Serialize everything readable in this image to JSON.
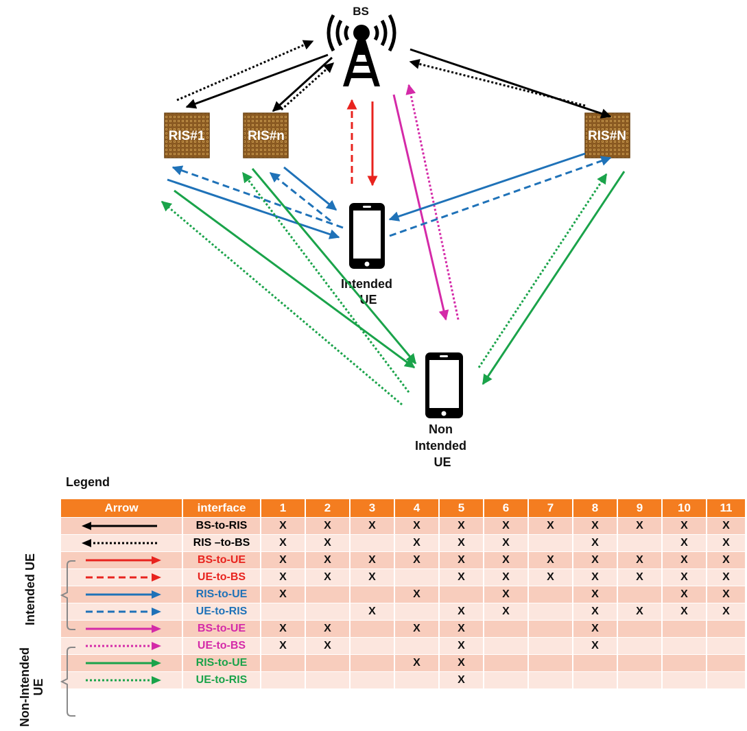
{
  "nodes": {
    "bs": "BS",
    "ris1": "RIS#1",
    "risn": "RIS#n",
    "risN": "RIS#N",
    "intended_ue": [
      "Intended",
      "UE"
    ],
    "non_intended_ue": [
      "Non",
      "Intended",
      "UE"
    ]
  },
  "icons": {
    "bs": "cell-tower-icon",
    "ris": "ris-panel-icon",
    "ue": "smartphone-icon"
  },
  "colors": {
    "black": "#000000",
    "red": "#e8231e",
    "blue": "#1f72b8",
    "magenta": "#d42aa8",
    "green": "#1aa34a",
    "header": "#f47d20",
    "row_dark": "#f8cdbd",
    "row_light": "#fce6de"
  },
  "legend": {
    "title": "Legend",
    "columns": [
      "Arrow",
      "interface",
      "1",
      "2",
      "3",
      "4",
      "5",
      "6",
      "7",
      "8",
      "9",
      "10",
      "11"
    ],
    "groups": {
      "intended": "Intended UE",
      "non_intended": "Non-Intended UE"
    },
    "rows": [
      {
        "interface": "BS-to-RIS",
        "color": "#000000",
        "style": "solid",
        "direction": "left",
        "cells": [
          "X",
          "X",
          "X",
          "X",
          "X",
          "X",
          "X",
          "X",
          "X",
          "X",
          "X"
        ]
      },
      {
        "interface": "RIS –to-BS",
        "color": "#000000",
        "style": "dotted",
        "direction": "left",
        "cells": [
          "X",
          "X",
          "",
          "X",
          "X",
          "X",
          "",
          "X",
          "",
          "X",
          "X"
        ]
      },
      {
        "interface": "BS-to-UE",
        "color": "#e8231e",
        "style": "solid",
        "direction": "right",
        "cells": [
          "X",
          "X",
          "X",
          "X",
          "X",
          "X",
          "X",
          "X",
          "X",
          "X",
          "X"
        ]
      },
      {
        "interface": "UE-to-BS",
        "color": "#e8231e",
        "style": "dashed",
        "direction": "right",
        "cells": [
          "X",
          "X",
          "X",
          "",
          "X",
          "X",
          "X",
          "X",
          "X",
          "X",
          "X"
        ]
      },
      {
        "interface": "RIS-to-UE",
        "color": "#1f72b8",
        "style": "solid",
        "direction": "right",
        "cells": [
          "X",
          "",
          "",
          "X",
          "",
          "X",
          "",
          "X",
          "",
          "X",
          "X"
        ]
      },
      {
        "interface": "UE-to-RIS",
        "color": "#1f72b8",
        "style": "dashed",
        "direction": "right",
        "cells": [
          "",
          "",
          "X",
          "",
          "X",
          "X",
          "",
          "X",
          "X",
          "X",
          "X"
        ]
      },
      {
        "interface": "BS-to-UE",
        "color": "#d42aa8",
        "style": "solid",
        "direction": "right",
        "cells": [
          "X",
          "X",
          "",
          "X",
          "X",
          "",
          "",
          "X",
          "",
          "",
          ""
        ]
      },
      {
        "interface": "UE-to-BS",
        "color": "#d42aa8",
        "style": "dotted",
        "direction": "right",
        "cells": [
          "X",
          "X",
          "",
          "",
          "X",
          "",
          "",
          "X",
          "",
          "",
          ""
        ]
      },
      {
        "interface": "RIS-to-UE",
        "color": "#1aa34a",
        "style": "solid",
        "direction": "right",
        "cells": [
          "",
          "",
          "",
          "X",
          "X",
          "",
          "",
          "",
          "",
          "",
          ""
        ]
      },
      {
        "interface": "UE-to-RIS",
        "color": "#1aa34a",
        "style": "dotted",
        "direction": "right",
        "cells": [
          "",
          "",
          "",
          "",
          "X",
          "",
          "",
          "",
          "",
          "",
          ""
        ]
      }
    ]
  }
}
